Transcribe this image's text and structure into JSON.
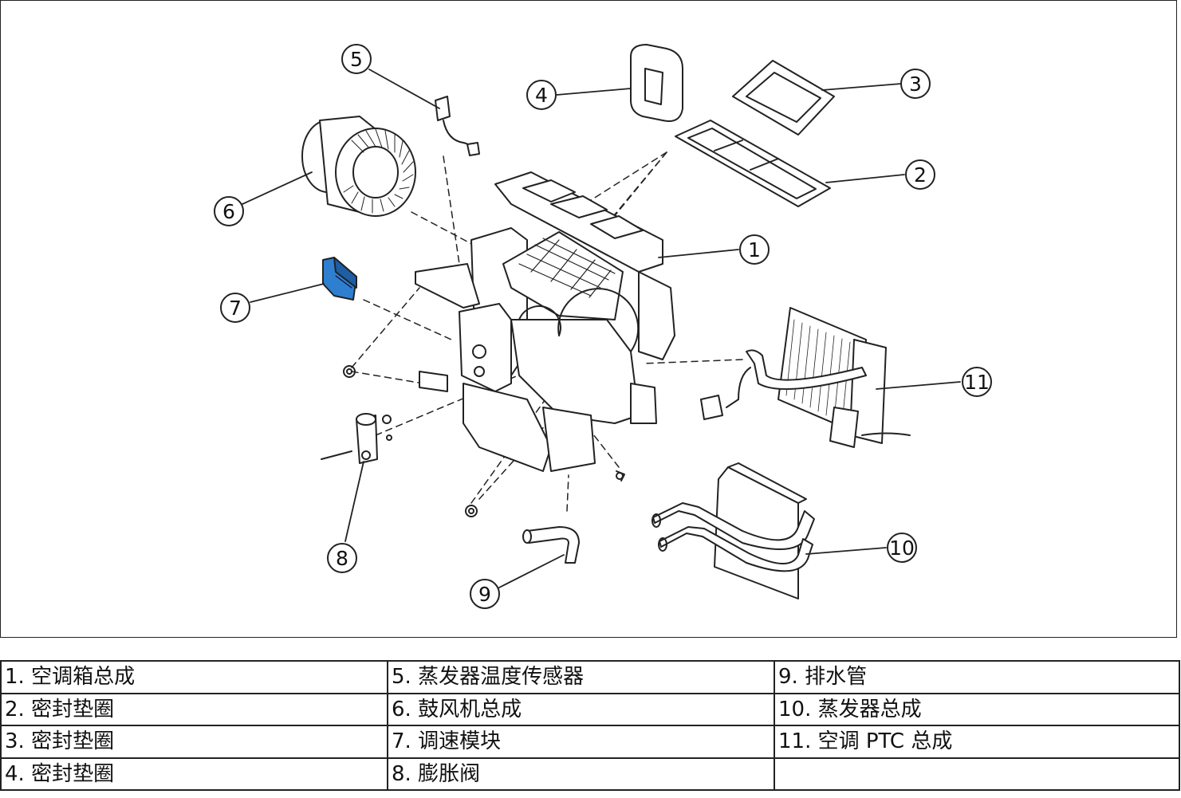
{
  "callouts": [
    "1",
    "2",
    "3",
    "4",
    "5",
    "6",
    "7",
    "8",
    "9",
    "10",
    "11"
  ],
  "legend": [
    [
      "1. 空调箱总成",
      "5. 蒸发器温度传感器",
      "9. 排水管"
    ],
    [
      "2. 密封垫圈",
      "6. 鼓风机总成",
      "10. 蒸发器总成"
    ],
    [
      "3. 密封垫圈",
      "7. 调速模块",
      "11. 空调 PTC 总成"
    ],
    [
      "4. 密封垫圈",
      "8. 膨胀阀",
      ""
    ]
  ],
  "colors": {
    "line": "#222222",
    "speed_module": "#2f7fd0",
    "background": "#ffffff"
  }
}
